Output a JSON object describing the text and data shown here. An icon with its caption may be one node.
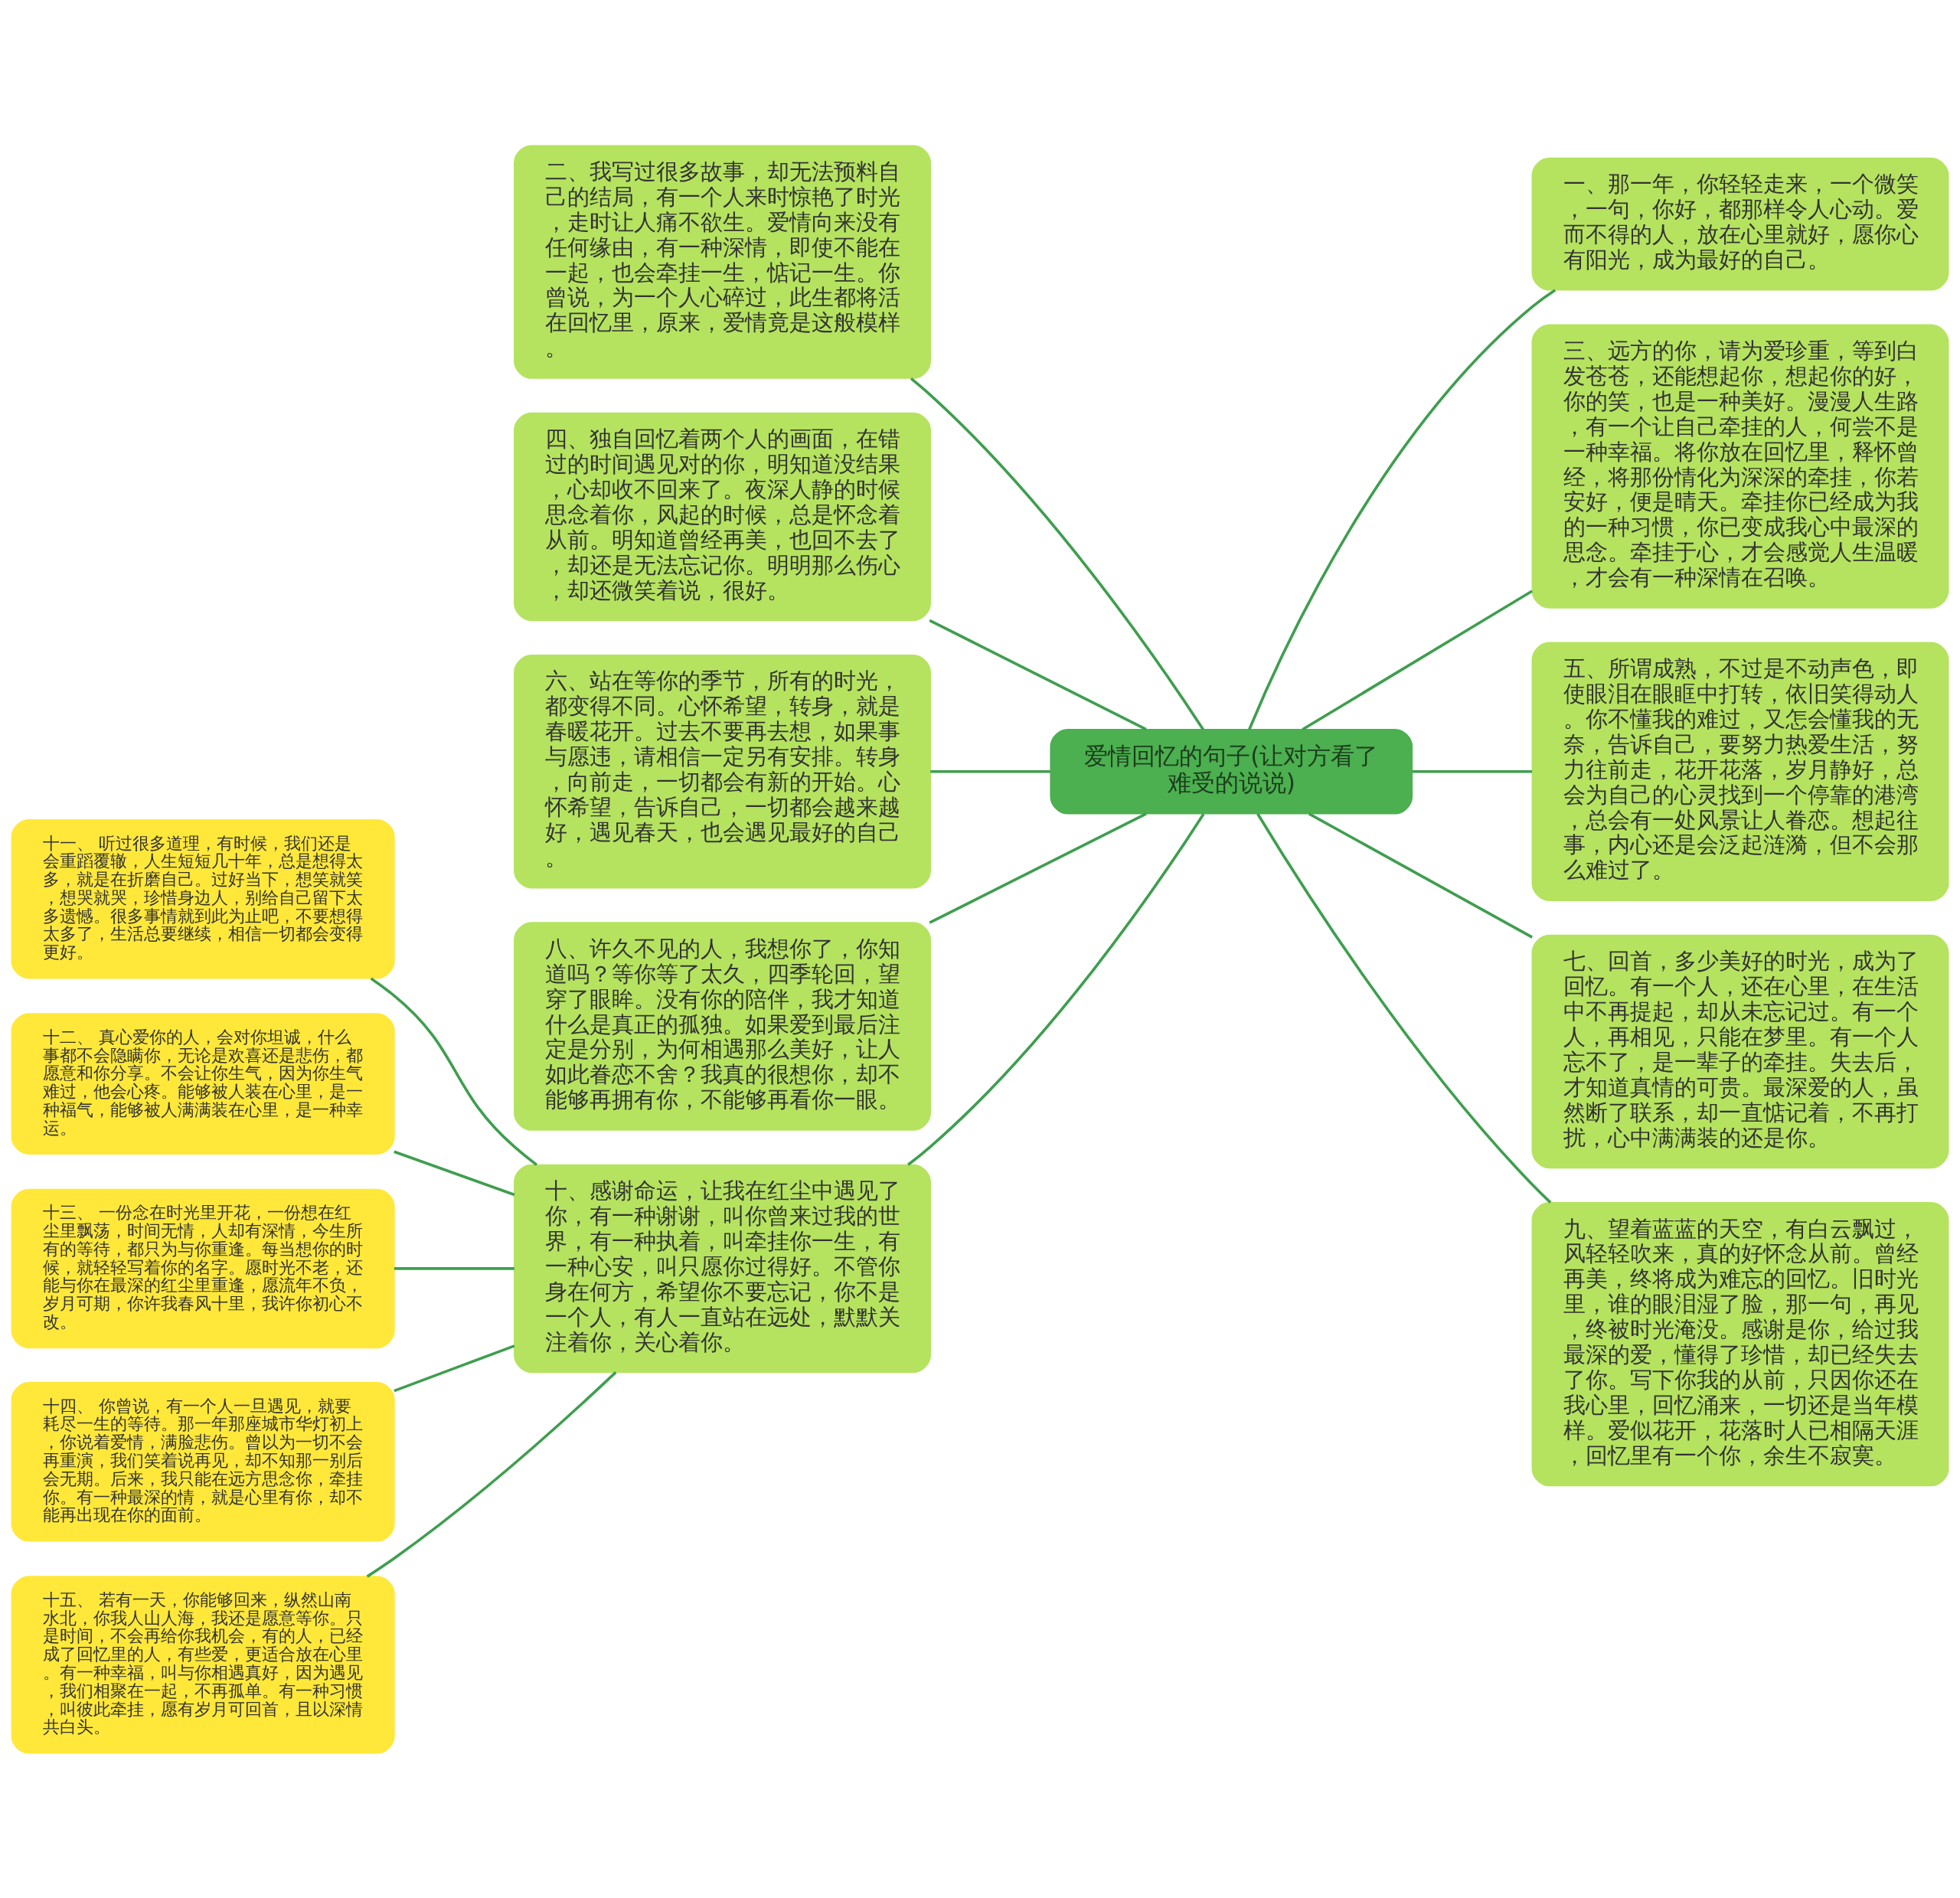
{
  "diagram": {
    "nodes": [
      {
        "text": [
          "爱情回忆的句子(让对方看了难受的说说)"
        ]
      },
      {
        "text": [
          "一、那一年，你轻轻走来，一个微笑，一句，你好，都那样令人心动。爱而不得的人，放在心里就好，愿你心有阳光，成为最好的自己。"
        ]
      },
      {
        "text": [
          "二、我写过很多故事，却无法预料自己的结局，有一个人来时惊艳了时光，走时让人痛不欲生。爱情向来没有任何缘由，有一种深情，即使不能在一起，也会牵挂一生，惦记一生。你曾说，为一个人心碎过，此生都将活在回忆里，原来，爱情竟是这般模样。"
        ]
      },
      {
        "text": [
          "三、远方的你，请为爱珍重，等到白发苍苍，还能想起你，想起你的好，你的笑，也是一种美好。漫漫人生路，有一个让自己牵挂的人，何尝不是一种幸福。将你放在回忆里，释怀曾经，将那份情化为深深的牵挂，你若安好，便是晴天。牵挂你已经成为我的一种习惯，你已变成我心中最深的思念。牵挂于心，才会感觉人生温暖，才会有一种深情在召唤。"
        ]
      },
      {
        "text": [
          "四、独自回忆着两个人的画面，在错过的时间遇见对的你，明知道没结果，心却收不回来了。夜深人静的时候思念着你，风起的时候，总是怀念着从前。明知道曾经再美，也回不去了，却还是无法忘记你。明明那么伤心，却还微笑着说，很好。"
        ]
      },
      {
        "text": [
          "五、所谓成熟，不过是不动声色，即使眼泪在眼眶中打转，依旧笑得动人。你不懂我的难过，又怎会懂我的无奈，告诉自己，要努力热爱生活，努力往前走，花开花落，岁月静好，总会为自己的心灵找到一个停靠的港湾，总会有一处风景让人眷恋。想起往事，内心还是会泛起涟漪，但不会那么难过了。"
        ]
      },
      {
        "text": [
          "六、站在等你的季节，所有的时光，都变得不同。心怀希望，转身，就是春暖花开。过去不要再去想，如果事与愿违，请相信一定另有安排。转身，向前走，一切都会有新的开始。心怀希望，告诉自己，一切都会越来越好，遇见春天，也会遇见最好的自己。"
        ]
      },
      {
        "text": [
          "七、回首，多少美好的时光，成为了回忆。有一个人，还在心里，在生活中不再提起，却从未忘记过。有一个人，再相见，只能在梦里。有一个人忘不了，是一辈子的牵挂。失去后，才知道真情的可贵。最深爱的人，虽然断了联系，却一直惦记着，不再打扰，心中满满装的还是你。"
        ]
      },
      {
        "text": [
          "八、许久不见的人，我想你了，你知道吗？等你等了太久，四季轮回，望穿了眼眸。没有你的陪伴，我才知道什么是真正的孤独。如果爱到最后注定是分别，为何相遇那么美好，让人如此眷恋不舍？我真的很想你，却不能够再拥有你，不能够再看你一眼。"
        ]
      },
      {
        "text": [
          "九、望着蓝蓝的天空，有白云飘过，风轻轻吹来，真的好怀念从前。曾经再美，终将成为难忘的回忆。旧时光里，谁的眼泪湿了脸，那一句，再见，终被时光淹没。感谢是你，给过我最深的爱，懂得了珍惜，却已经失去了你。写下你我的从前，只因你还在我心里，回忆涌来，一切还是当年模样。爱似花开，花落时人已相隔天涯，回忆里有一个你，余生不寂寞。"
        ]
      },
      {
        "text": [
          "十、感谢命运，让我在红尘中遇见了你，有一种谢谢，叫你曾来过我的世界，有一种执着，叫牵挂你一生，有一种心安，叫只愿你过得好。不管你身在何方，希望你不要忘记，你不是一个人，有人一直站在远处，默默关注着你，关心着你。"
        ]
      },
      {
        "text": [
          "十一、 听过很多道理，有时候，我们还是会重蹈覆辙，人生短短几十年，总是想得太多，就是在折磨自己。过好当下，想笑就笑，想哭就哭，珍惜身边人，别给自己留下太多遗憾。很多事情就到此为止吧，不要想得太多了，生活总要继续，相信一切都会变得更好。"
        ]
      },
      {
        "text": [
          "十二、 真心爱你的人，会对你坦诚，什么事都不会隐瞒你，无论是欢喜还是悲伤，都愿意和你分享。不会让你生气，因为你生气难过，他会心疼。能够被人装在心里，是一种福气，能够被人满满装在心里，是一种幸运。"
        ]
      },
      {
        "text": [
          "十三、 一份念在时光里开花，一份想在红尘里飘荡，时间无情，人却有深情，今生所有的等待，都只为与你重逢。每当想你的时候，就轻轻写着你的名字。愿时光不老，还能与你在最深的红尘里重逢，愿流年不负，岁月可期，你许我春风十里，我许你初心不改。"
        ]
      },
      {
        "text": [
          "十四、 你曾说，有一个人一旦遇见，就要耗尽一生的等待。那一年那座城市华灯初上，你说着爱情，满脸悲伤。曾以为一切不会再重演，我们笑着说再见，却不知那一别后会无期。后来，我只能在远方思念你，牵挂你。有一种最深的情，就是心里有你，却不能再出现在你的面前。"
        ]
      },
      {
        "text": [
          "十五、 若有一天，你能够回来，纵然山南水北，你我人山人海，我还是愿意等你。只是时间，不会再给你我机会，有的人，已经成了回忆里的人，有些爱，更适合放在心里。有一种幸福，叫与你相遇真好，因为遇见，我们相聚在一起，不再孤单。有一种习惯，叫彼此牵挂，愿有岁月可回首，且以深情共白头。"
        ]
      }
    ],
    "edges": [
      {
        "from": 0,
        "to": 1,
        "arrow": "none"
      },
      {
        "from": 0,
        "to": 2,
        "arrow": "none"
      },
      {
        "from": 0,
        "to": 3,
        "arrow": "none"
      },
      {
        "from": 0,
        "to": 4,
        "arrow": "none"
      },
      {
        "from": 0,
        "to": 5,
        "arrow": "none"
      },
      {
        "from": 0,
        "to": 6,
        "arrow": "none"
      },
      {
        "from": 0,
        "to": 7,
        "arrow": "none"
      },
      {
        "from": 0,
        "to": 8,
        "arrow": "none"
      },
      {
        "from": 0,
        "to": 9,
        "arrow": "none"
      },
      {
        "from": 0,
        "to": 10,
        "arrow": "none"
      },
      {
        "from": 10,
        "to": 11,
        "arrow": "none"
      },
      {
        "from": 10,
        "to": 12,
        "arrow": "none"
      },
      {
        "from": 10,
        "to": 13,
        "arrow": "none"
      },
      {
        "from": 10,
        "to": 14,
        "arrow": "none"
      },
      {
        "from": 10,
        "to": 15,
        "arrow": "none"
      }
    ]
  }
}
